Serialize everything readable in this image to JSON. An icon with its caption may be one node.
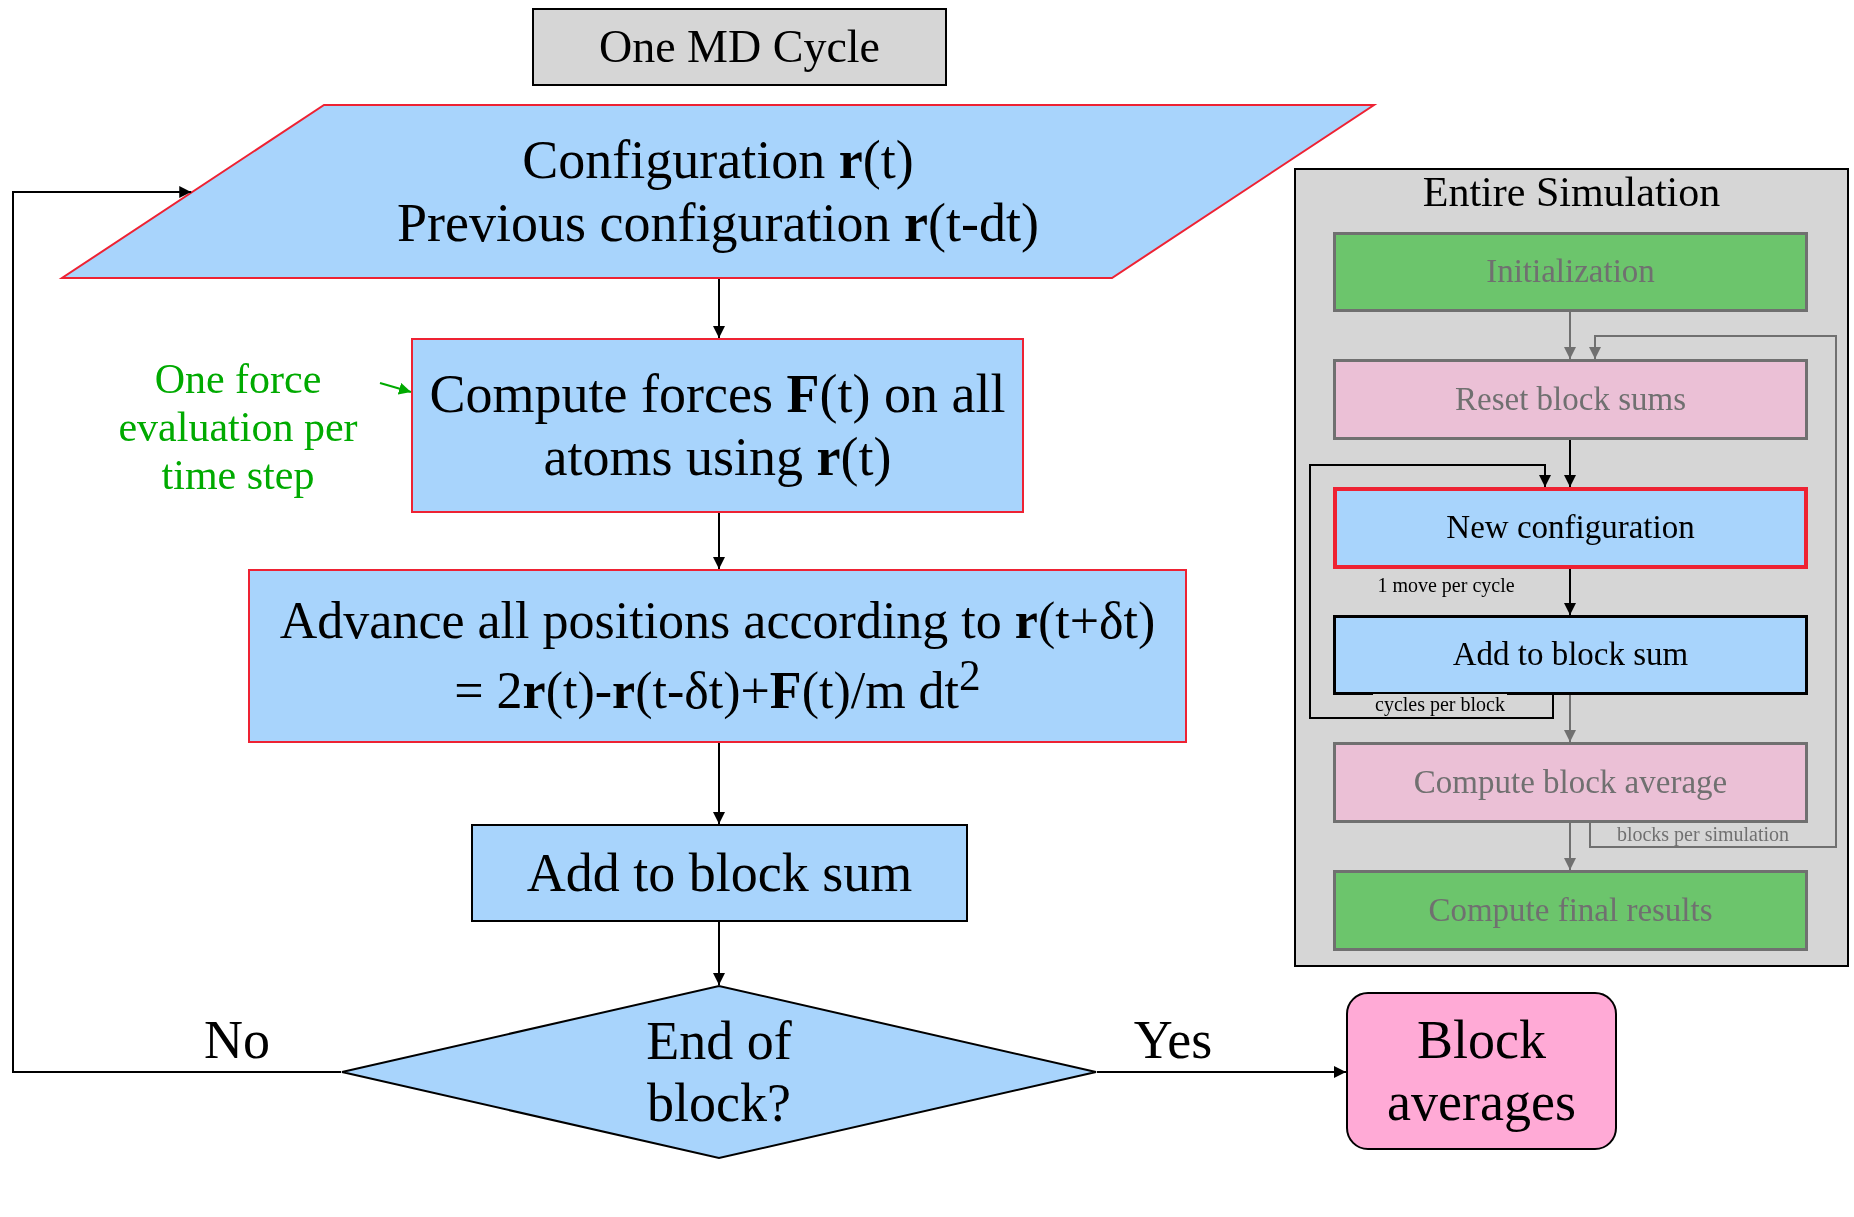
{
  "diagram": {
    "nodes": [
      {
        "text": [
          "One MD Cycle"
        ]
      },
      {
        "text": [
          "Configuration **r**(t)",
          "Previous configuration **r**(t-dt)"
        ]
      },
      {
        "text": [
          "Compute forces **F**(t) on all atoms using **r**(t)"
        ]
      },
      {
        "text": [
          "Advance all positions according to **r**(t+δt) = 2**r**(t)-**r**(t-δt)+**F**(t)/m dt$^{2}$"
        ]
      },
      {
        "text": [
          "Add to block sum"
        ]
      },
      {
        "text": [
          "End of block?"
        ]
      },
      {
        "text": [
          "Block averages"
        ]
      },
      {
        "text": [
          "Entire Simulation"
        ]
      },
      {
        "text": [
          "Initialization"
        ],
        "in": 7
      },
      {
        "text": [
          "Reset block sums"
        ],
        "in": 7
      },
      {
        "text": [
          "New configuration"
        ],
        "in": 7
      },
      {
        "text": [
          "Add to block sum"
        ],
        "in": 7
      },
      {
        "text": [
          "Compute block average"
        ],
        "in": 7
      },
      {
        "text": [
          "Compute final results"
        ],
        "in": 7
      },
      {
        "text": [
          "One force evaluation per time step"
        ]
      }
    ],
    "edges": [
      {
        "from": 1,
        "to": 2,
        "arrow": "to"
      },
      {
        "from": 2,
        "to": 3,
        "arrow": "to"
      },
      {
        "from": 3,
        "to": 4,
        "arrow": "to"
      },
      {
        "from": 4,
        "to": 5,
        "arrow": "to"
      },
      {
        "from": 5,
        "to": 6,
        "arrow": "to",
        "label": "Yes"
      },
      {
        "from": 5,
        "to": 1,
        "arrow": "to",
        "label": "No"
      },
      {
        "from": 14,
        "to": 2,
        "arrow": "to",
        "color": "#00aa00"
      },
      {
        "from": 8,
        "to": 9,
        "arrow": "to",
        "color": "#707070"
      },
      {
        "from": 9,
        "to": 10,
        "arrow": "to"
      },
      {
        "from": 10,
        "to": 11,
        "arrow": "to",
        "label": "1 move per cycle"
      },
      {
        "from": 11,
        "to": 10,
        "arrow": "to",
        "label": "cycles per block"
      },
      {
        "from": 11,
        "to": 12,
        "arrow": "to",
        "color": "#707070"
      },
      {
        "from": 12,
        "to": 13,
        "arrow": "to",
        "color": "#707070"
      },
      {
        "from": 12,
        "to": 9,
        "arrow": "to",
        "label": "blocks per simulation",
        "color": "#707070"
      }
    ]
  }
}
